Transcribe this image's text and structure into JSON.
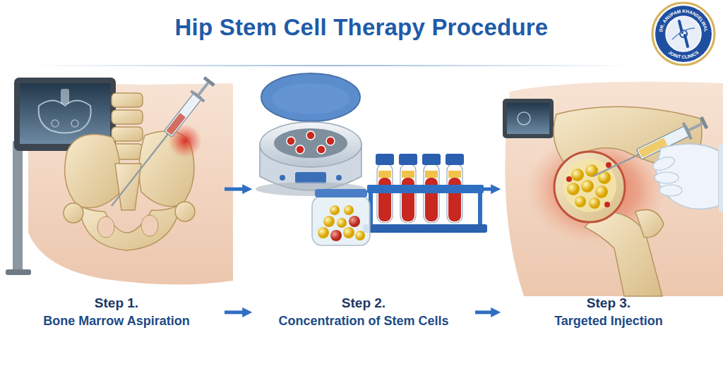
{
  "diagram": {
    "title": "Hip Stem Cell Therapy Procedure",
    "nodes": [
      {
        "text": [
          "Step 1.",
          "Bone Marrow Aspiration"
        ]
      },
      {
        "text": [
          "Step 2.",
          "Concentration of Stem Cells"
        ]
      },
      {
        "text": [
          "Step 3.",
          "Targeted Injection"
        ]
      }
    ],
    "edges": [
      {
        "from": 0,
        "to": 1,
        "arrow": "to"
      },
      {
        "from": 0,
        "to": 1,
        "arrow": "to"
      },
      {
        "from": 1,
        "to": 2,
        "arrow": "to"
      },
      {
        "from": 1,
        "to": 2,
        "arrow": "to"
      }
    ],
    "labels": [
      "DR. ANUPAM KHANDELWAL",
      "JOINT CLINICS"
    ]
  }
}
